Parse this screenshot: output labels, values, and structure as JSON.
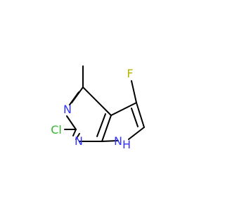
{
  "molecule": {
    "colors": {
      "bond": "#000000",
      "N": "#3333ff",
      "F": "#b3b300",
      "Cl": "#33b833",
      "background": "#ffffff"
    },
    "atom_labels": {
      "n3": "N",
      "n1": "N",
      "nh_n": "N",
      "nh_h": "H",
      "f": "F",
      "cl": "Cl"
    }
  }
}
